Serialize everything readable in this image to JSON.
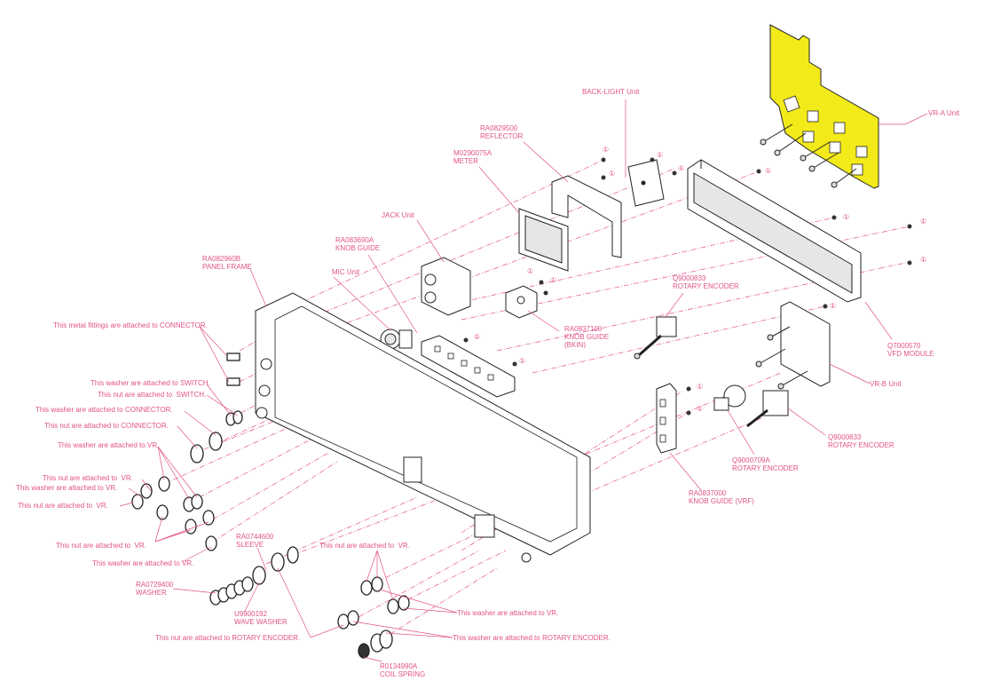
{
  "diagram": {
    "colors": {
      "label": "#e2528a",
      "line": "#222222",
      "board": "#f3ea1a"
    },
    "labels": {
      "vr_a": "VR-A Unit",
      "backlight": "BACK-LIGHT Unit",
      "reflector_code": "RA0829500",
      "reflector_name": "REFLECTOR",
      "meter_code": "M0290075A",
      "meter_name": "METER",
      "jack": "JACK Unit",
      "knobguide1_code": "RA083690A",
      "knobguide1_name": "KNOB GUIDE",
      "panel_code": "RA082960B",
      "panel_name": "PANEL FRAME",
      "mic": "MIC Unit",
      "enc1_code": "Q9000833",
      "enc1_name": "ROTARY ENCODER",
      "knobguide2_code": "RA0837100",
      "knobguide2_name": "KNOB GUIDE",
      "knobguide2_sub": "(BKIN)",
      "vfd_code": "Q7000570",
      "vfd_name": "VFD MODULE",
      "vr_b": "VR-B Unit",
      "enc2_code": "Q9000833",
      "enc2_name": "ROTARY ENCODER",
      "enc3_code": "Q9000709A",
      "enc3_name": "ROTARY ENCODER",
      "knobguide3_code": "RA0837000",
      "knobguide3_name": "KNOB GUIDE (VRF)",
      "metal_fittings": "This metal fittings are attached to CONNECTOR.",
      "washer_switch": "This washer are attached to SWITCH.",
      "nut_switch": "This nut are attached to  SWITCH.",
      "washer_connector": "This washer are attached to CONNECTOR.",
      "nut_connector": "This nut are attached to CONNECTOR.",
      "washer_vr_1": "This washer are attached to VR.",
      "nut_vr_1": "This nut are attached to  VR.",
      "washer_vr_2": "This washer are attached to VR.",
      "nut_vr_2": "This nut are attached to  VR.",
      "nut_vr_3": "This nut are attached to  VR.",
      "washer_vr_3": "This washer are attached to VR.",
      "sleeve_code": "RA0744600",
      "sleeve_name": "SLEEVE",
      "washer_code": "RA0729400",
      "washer_name": "WASHER",
      "wave_code": "U9900192",
      "wave_name": "WAVE WASHER",
      "nut_enc": "This nut are attached to ROTARY ENCODER.",
      "nut_vr_4": "This nut are attached to  VR.",
      "washer_vr_4": "This washer are attached to VR.",
      "washer_enc": "This washer are attached to ROTARY ENCODER.",
      "spring_code": "R0134990A",
      "spring_name": "COIL SPRING"
    },
    "screw_marker": "①"
  }
}
